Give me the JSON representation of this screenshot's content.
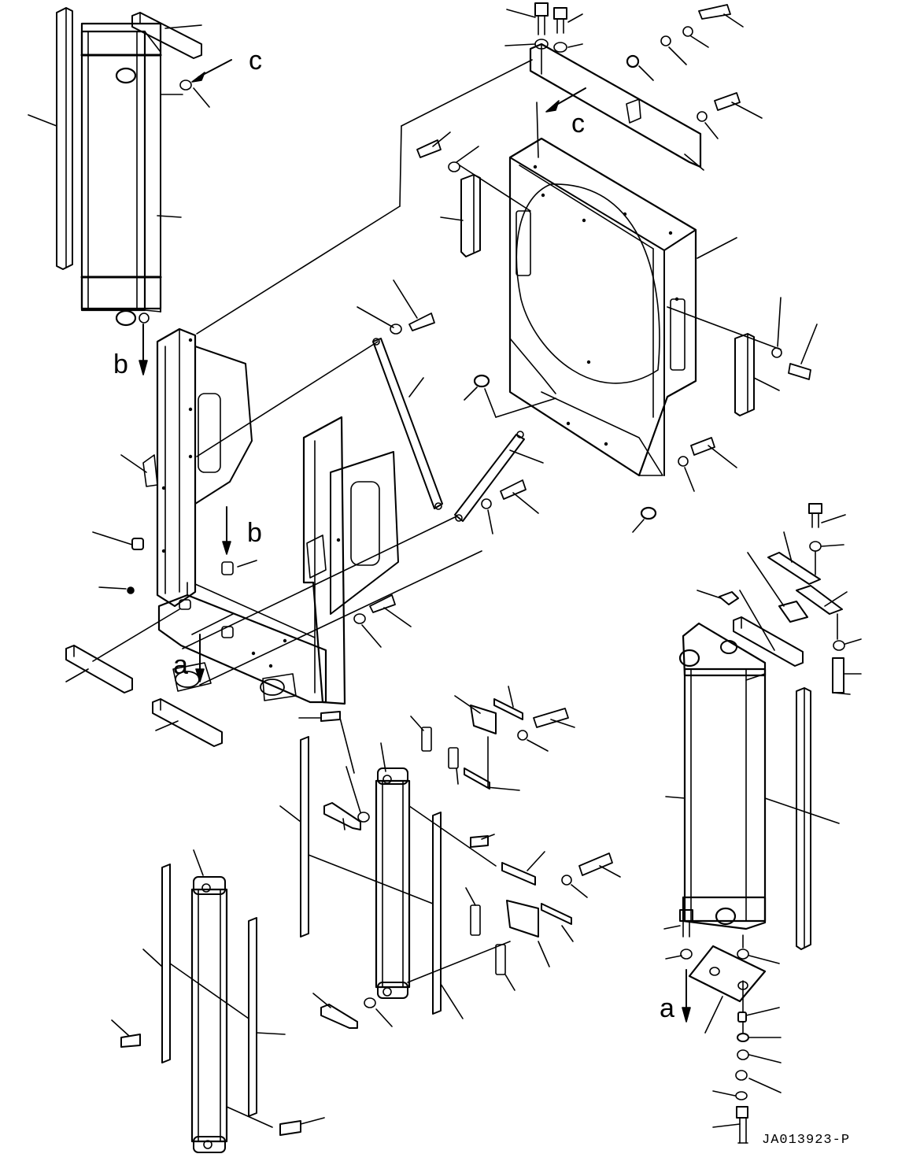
{
  "drawing": {
    "drawing_number": "JA013923-P",
    "callouts": {
      "a_left": "a",
      "a_right": "a",
      "b_top": "b",
      "b_mid": "b",
      "c_top": "c",
      "c_box": "c"
    }
  },
  "style": {
    "ink": "#000000",
    "paper": "#ffffff"
  }
}
